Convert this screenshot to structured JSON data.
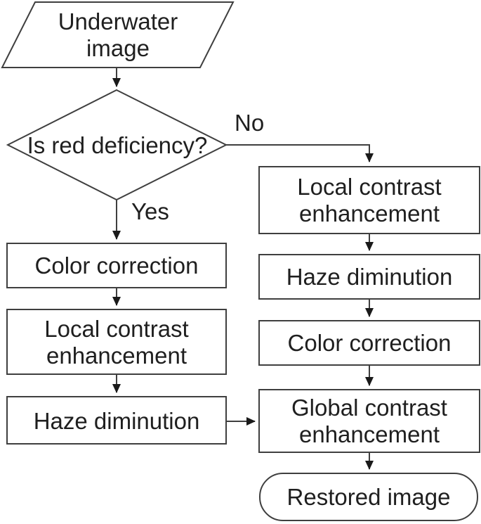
{
  "diagram": {
    "title_hint": "Underwater image restoration flowchart",
    "start": {
      "line1": "Underwater",
      "line2": "image"
    },
    "decision": {
      "question": "Is red deficiency?",
      "no_label": "No",
      "yes_label": "Yes"
    },
    "yes_branch": {
      "color_correction": "Color correction",
      "local_contrast": {
        "line1": "Local contrast",
        "line2": "enhancement"
      },
      "haze_diminution": "Haze diminution"
    },
    "no_branch": {
      "local_contrast": {
        "line1": "Local contrast",
        "line2": "enhancement"
      },
      "haze_diminution": "Haze diminution",
      "color_correction": "Color correction"
    },
    "merge": {
      "global_contrast": {
        "line1": "Global contrast",
        "line2": "enhancement"
      }
    },
    "end_label": "Restored image"
  },
  "colors": {
    "background": "#ffffff",
    "node_fill": "#ffffff",
    "stroke": "#3f3f3f",
    "text": "#1f1f1f",
    "arrowhead": "#1a1a1a"
  }
}
